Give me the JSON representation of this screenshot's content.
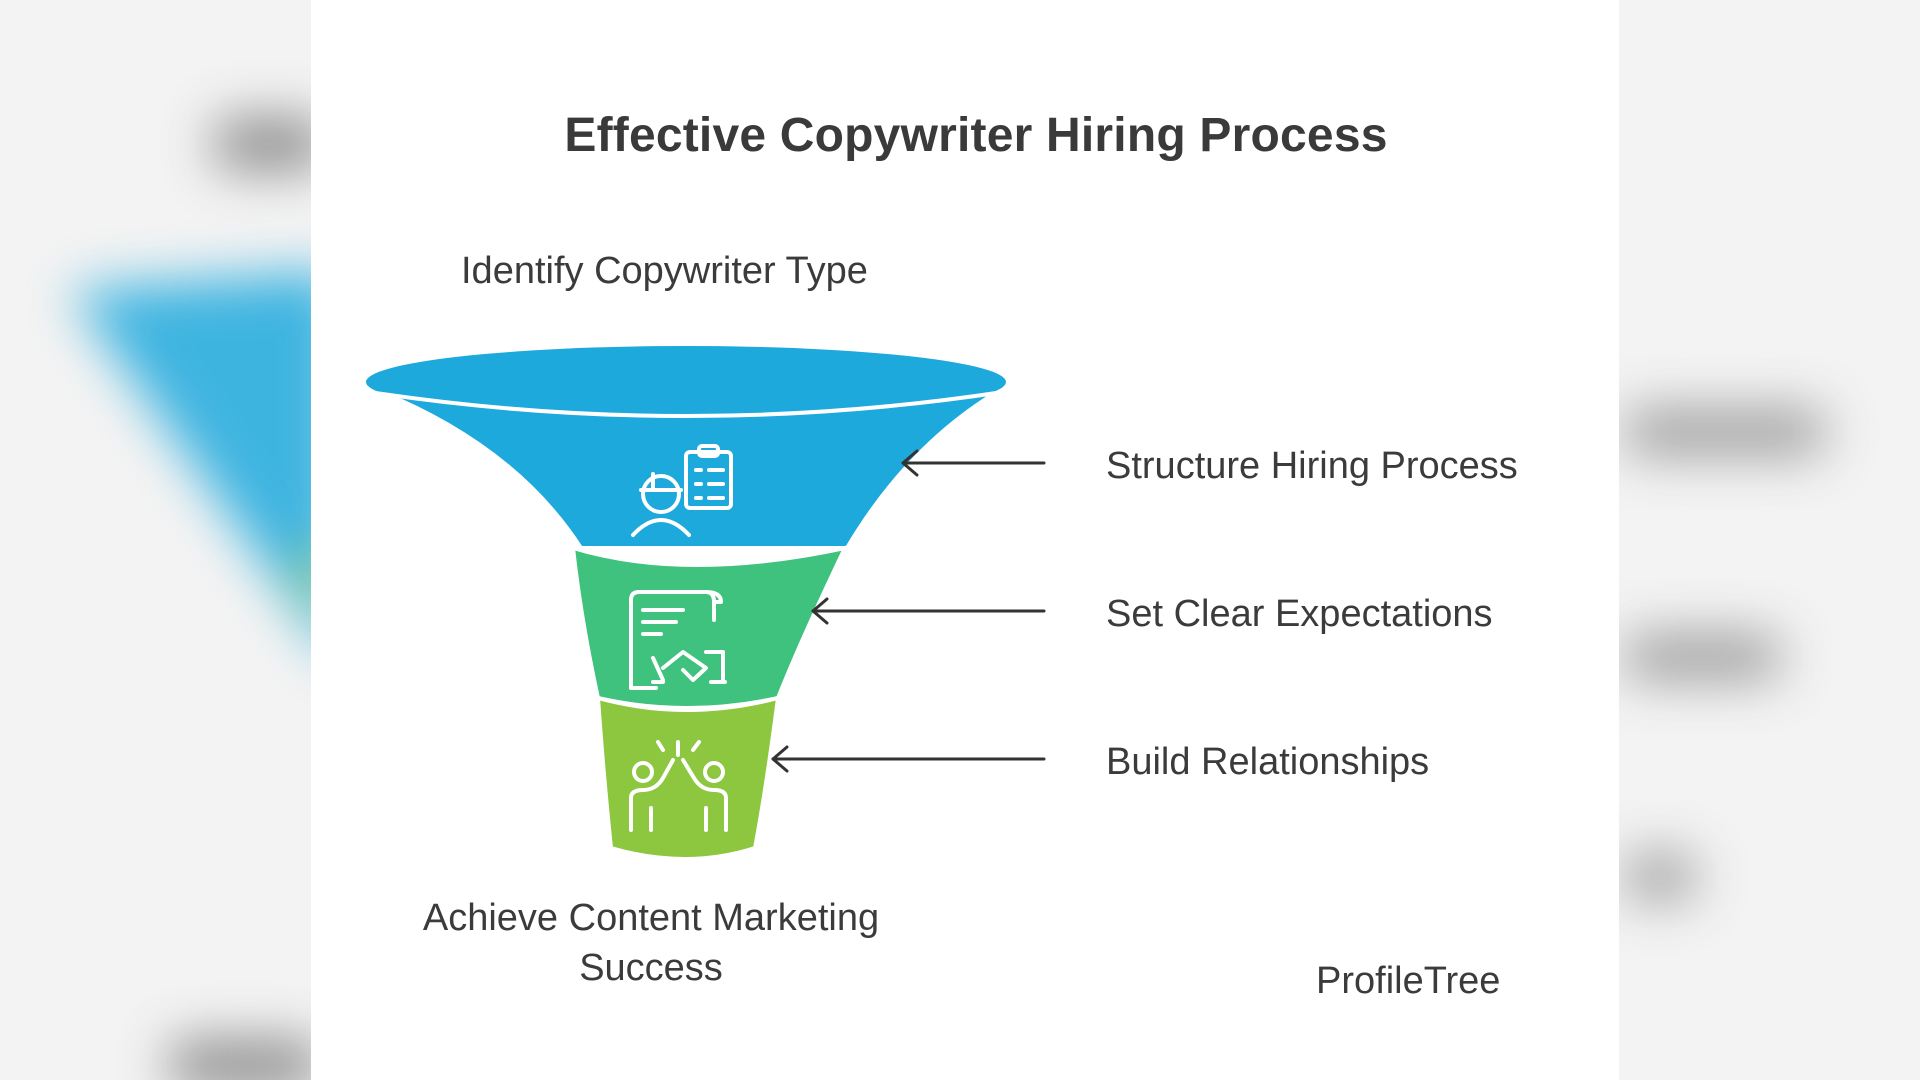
{
  "title": "Effective Copywriter Hiring Process",
  "top_label": "Identify Copywriter Type",
  "stages": [
    {
      "label": "Structure Hiring Process",
      "color": "#1ea9dd",
      "icon": "worker-clipboard-icon"
    },
    {
      "label": "Set Clear Expectations",
      "color": "#3ec27d",
      "icon": "contract-handshake-icon"
    },
    {
      "label": "Build Relationships",
      "color": "#8dc63f",
      "icon": "high-five-icon"
    }
  ],
  "bottom_label": "Achieve Content Marketing Success",
  "brand": "ProfileTree",
  "colors": {
    "rim": "#1ea9dd",
    "stroke": "#ffffff",
    "arrow": "#333333",
    "text": "#3b3b3b"
  }
}
